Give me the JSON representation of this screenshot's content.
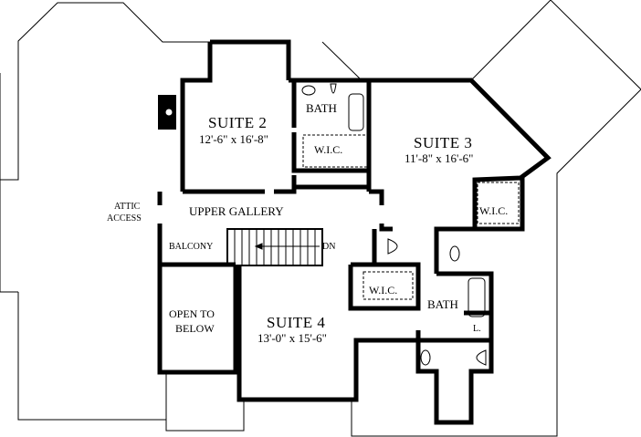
{
  "plan": {
    "type": "floor-plan",
    "level": "upper floor",
    "colors": {
      "wall": "#000000",
      "roofline": "#000000",
      "background": "#ffffff"
    }
  },
  "rooms": {
    "suite2": {
      "name": "SUITE 2",
      "dims": "12'-6\" x 16'-8\""
    },
    "suite3": {
      "name": "SUITE 3",
      "dims": "11'-8\" x 16'-6\""
    },
    "suite4": {
      "name": "SUITE 4",
      "dims": "13'-0\" x 15'-6\""
    },
    "bath_top": {
      "name": "BATH"
    },
    "bath_right": {
      "name": "BATH"
    },
    "wic_suite2": {
      "name": "W.I.C."
    },
    "wic_suite3": {
      "name": "W.I.C."
    },
    "wic_suite4": {
      "name": "W.I.C."
    },
    "upper_gallery": {
      "name": "UPPER GALLERY"
    },
    "balcony": {
      "name": "BALCONY"
    },
    "open_below": {
      "line1": "OPEN TO",
      "line2": "BELOW"
    },
    "attic": {
      "line1": "ATTIC",
      "line2": "ACCESS"
    },
    "linen": {
      "name": "L."
    },
    "stair": {
      "label": "DN"
    }
  }
}
